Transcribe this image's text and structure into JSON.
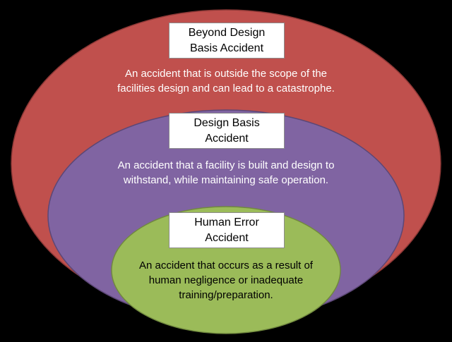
{
  "colors": {
    "background": "#000000",
    "outer_fill": "#c0504d",
    "outer_stroke": "#8c3836",
    "middle_fill": "#8064a2",
    "middle_stroke": "#5c4776",
    "inner_fill": "#9bbb59",
    "inner_stroke": "#71893f",
    "title_box_fill": "#ffffff"
  },
  "outer": {
    "title_line1": "Beyond Design",
    "title_line2": "Basis Accident",
    "description_line1": "An accident that is outside the scope of the",
    "description_line2": "facilities design and can lead to a catastrophe."
  },
  "middle": {
    "title_line1": "Design Basis",
    "title_line2": "Accident",
    "description_line1": "An accident that a facility is built and design to",
    "description_line2": "withstand, while maintaining safe operation."
  },
  "inner": {
    "title_line1": "Human Error",
    "title_line2": "Accident",
    "description_line1": "An accident that occurs as a result of",
    "description_line2": "human negligence or inadequate",
    "description_line3": "training/preparation."
  }
}
